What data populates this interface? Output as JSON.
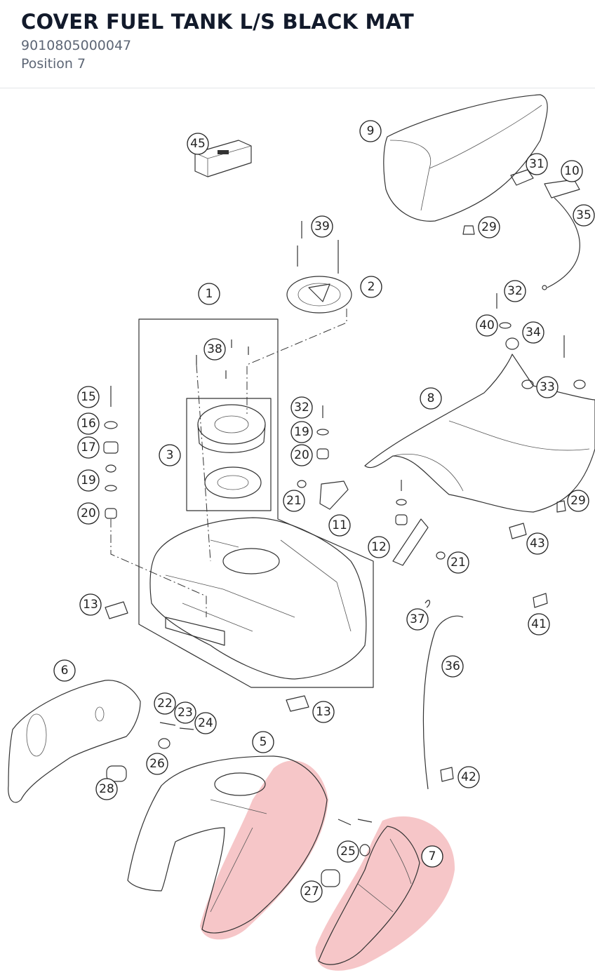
{
  "header": {
    "title": "COVER FUEL TANK L/S BLACK MAT",
    "part_number": "9010805000047",
    "position": "Position 7"
  },
  "highlight_color": "#f0a0a4",
  "callouts": [
    {
      "label": "45"
    },
    {
      "label": "9"
    },
    {
      "label": "31"
    },
    {
      "label": "10"
    },
    {
      "label": "35"
    },
    {
      "label": "39"
    },
    {
      "label": "29"
    },
    {
      "label": "2"
    },
    {
      "label": "1"
    },
    {
      "label": "32"
    },
    {
      "label": "40"
    },
    {
      "label": "34"
    },
    {
      "label": "38"
    },
    {
      "label": "33"
    },
    {
      "label": "15"
    },
    {
      "label": "8"
    },
    {
      "label": "32"
    },
    {
      "label": "16"
    },
    {
      "label": "19"
    },
    {
      "label": "17"
    },
    {
      "label": "3"
    },
    {
      "label": "20"
    },
    {
      "label": "19"
    },
    {
      "label": "21"
    },
    {
      "label": "20"
    },
    {
      "label": "11"
    },
    {
      "label": "29"
    },
    {
      "label": "43"
    },
    {
      "label": "12"
    },
    {
      "label": "21"
    },
    {
      "label": "13"
    },
    {
      "label": "37"
    },
    {
      "label": "41"
    },
    {
      "label": "6"
    },
    {
      "label": "36"
    },
    {
      "label": "22"
    },
    {
      "label": "23"
    },
    {
      "label": "24"
    },
    {
      "label": "13"
    },
    {
      "label": "5"
    },
    {
      "label": "26"
    },
    {
      "label": "28"
    },
    {
      "label": "42"
    },
    {
      "label": "25"
    },
    {
      "label": "7"
    },
    {
      "label": "27"
    }
  ]
}
